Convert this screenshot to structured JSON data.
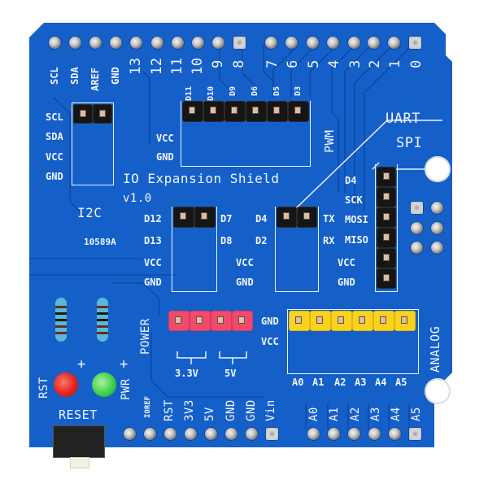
{
  "board": {
    "title": "IO Expansion Shield",
    "version": "v1.0",
    "part_number": "10589A",
    "colors": {
      "pcb": "#1560c8",
      "silkscreen": "#f2f6ff",
      "header_black": "#151515",
      "header_red": "#f24a6c",
      "header_yellow": "#fbd31e",
      "led_red": "#e4231e",
      "led_green": "#3fd04a"
    }
  },
  "top_pins": {
    "labels": [
      "SCL",
      "SDA",
      "AREF",
      "GND",
      "13",
      "12",
      "11",
      "10",
      "9",
      "8",
      "7",
      "6",
      "5",
      "4",
      "3",
      "2",
      "1",
      "0"
    ]
  },
  "i2c": {
    "section_label": "I2C",
    "rows": [
      "SCL",
      "SDA",
      "VCC",
      "GND"
    ]
  },
  "pwm": {
    "section_label": "PWM",
    "columns": [
      "D11",
      "D10",
      "D9",
      "D6",
      "D5",
      "D3"
    ],
    "row_labels": [
      "VCC",
      "GND"
    ]
  },
  "digital_block": {
    "left_labels": [
      "D12",
      "D13",
      "VCC",
      "GND"
    ],
    "right_labels": [
      "D7",
      "D8",
      "VCC",
      "GND"
    ]
  },
  "uart": {
    "section_label": "UART",
    "left_labels": [
      "D4",
      "D2",
      "VCC",
      "GND"
    ],
    "right_labels": [
      "TX",
      "RX"
    ]
  },
  "spi": {
    "section_label": "SPI",
    "labels": [
      "D4",
      "SCK",
      "MOSI",
      "MISO",
      "VCC",
      "GND"
    ]
  },
  "power": {
    "section_label": "POWER",
    "row_labels": [
      "GND",
      "VCC"
    ],
    "groups": [
      "3.3V",
      "5V"
    ]
  },
  "analog": {
    "section_label": "ANALOG",
    "row_labels": [
      "GND",
      "VCC"
    ],
    "columns": [
      "A0",
      "A1",
      "A2",
      "A3",
      "A4",
      "A5"
    ]
  },
  "leds": {
    "rst_label": "RST",
    "pwr_label": "PWR",
    "plus": "+"
  },
  "reset": {
    "label": "RESET"
  },
  "bottom_pins": {
    "power_labels": [
      "IOREF",
      "RST",
      "3V3",
      "5V",
      "GND",
      "GND",
      "Vin"
    ],
    "analog_labels": [
      "A0",
      "A1",
      "A2",
      "A3",
      "A4",
      "A5"
    ]
  }
}
